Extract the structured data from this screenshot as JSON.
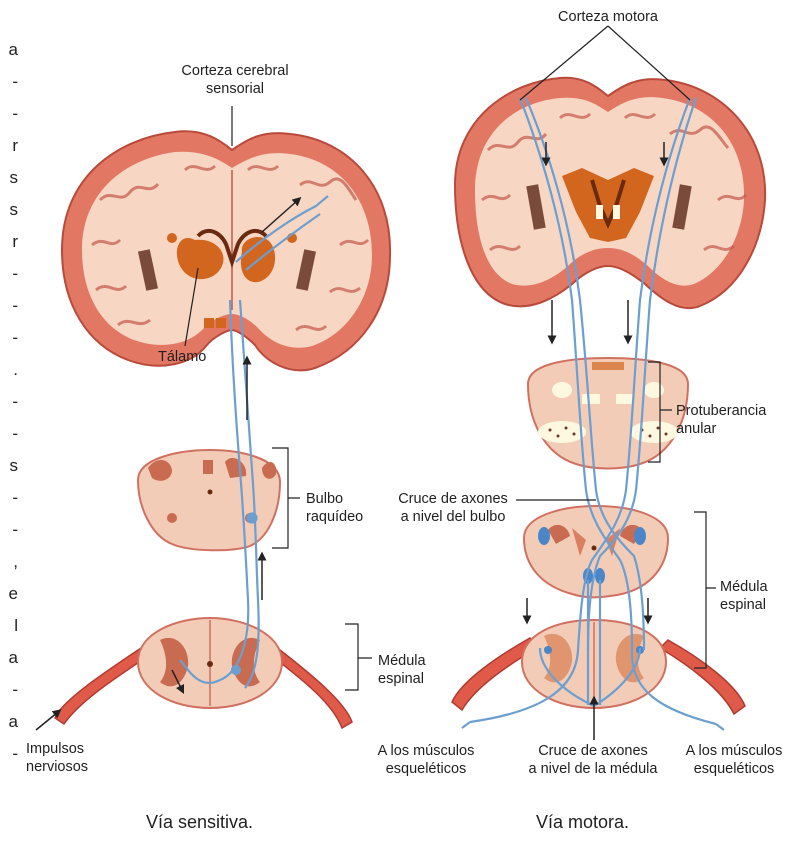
{
  "sensory": {
    "cortex_label_line1": "Corteza cerebral",
    "cortex_label_line2": "sensorial",
    "thalamus_label": "Tálamo",
    "medulla_label_line1": "Bulbo",
    "medulla_label_line2": "raquídeo",
    "cord_label_line1": "Médula",
    "cord_label_line2": "espinal",
    "impulses_label_line1": "Impulsos",
    "impulses_label_line2": "nerviosos",
    "caption": "Vía sensitiva."
  },
  "motor": {
    "cortex_label": "Corteza motora",
    "pons_label_line1": "Protuberancia",
    "pons_label_line2": "anular",
    "bulb_cross_line1": "Cruce de axones",
    "bulb_cross_line2": "a nivel del bulbo",
    "cord_label_line1": "Médula",
    "cord_label_line2": "espinal",
    "muscles_left_line1": "A los músculos",
    "muscles_left_line2": "esqueléticos",
    "cord_cross_line1": "Cruce de axones",
    "cord_cross_line2": "a nivel de la médula",
    "muscles_right_line1": "A los músculos",
    "muscles_right_line2": "esqueléticos",
    "caption": "Vía motora."
  },
  "edge_text": [
    "a",
    "-",
    "-",
    "r",
    "s",
    "s",
    "r",
    "-",
    "-",
    "-",
    ".",
    "-",
    "-",
    "s",
    "-",
    "-",
    ",",
    "e",
    "l",
    "a",
    "-",
    "a",
    "-"
  ],
  "colors": {
    "cortex": "#e07a68",
    "white_matter": "#f6d5c3",
    "nucleus": "#d2661e",
    "ventricle": "#6a2a10",
    "pathway": "#6c9fd0",
    "nerve": "#d94c3c"
  }
}
